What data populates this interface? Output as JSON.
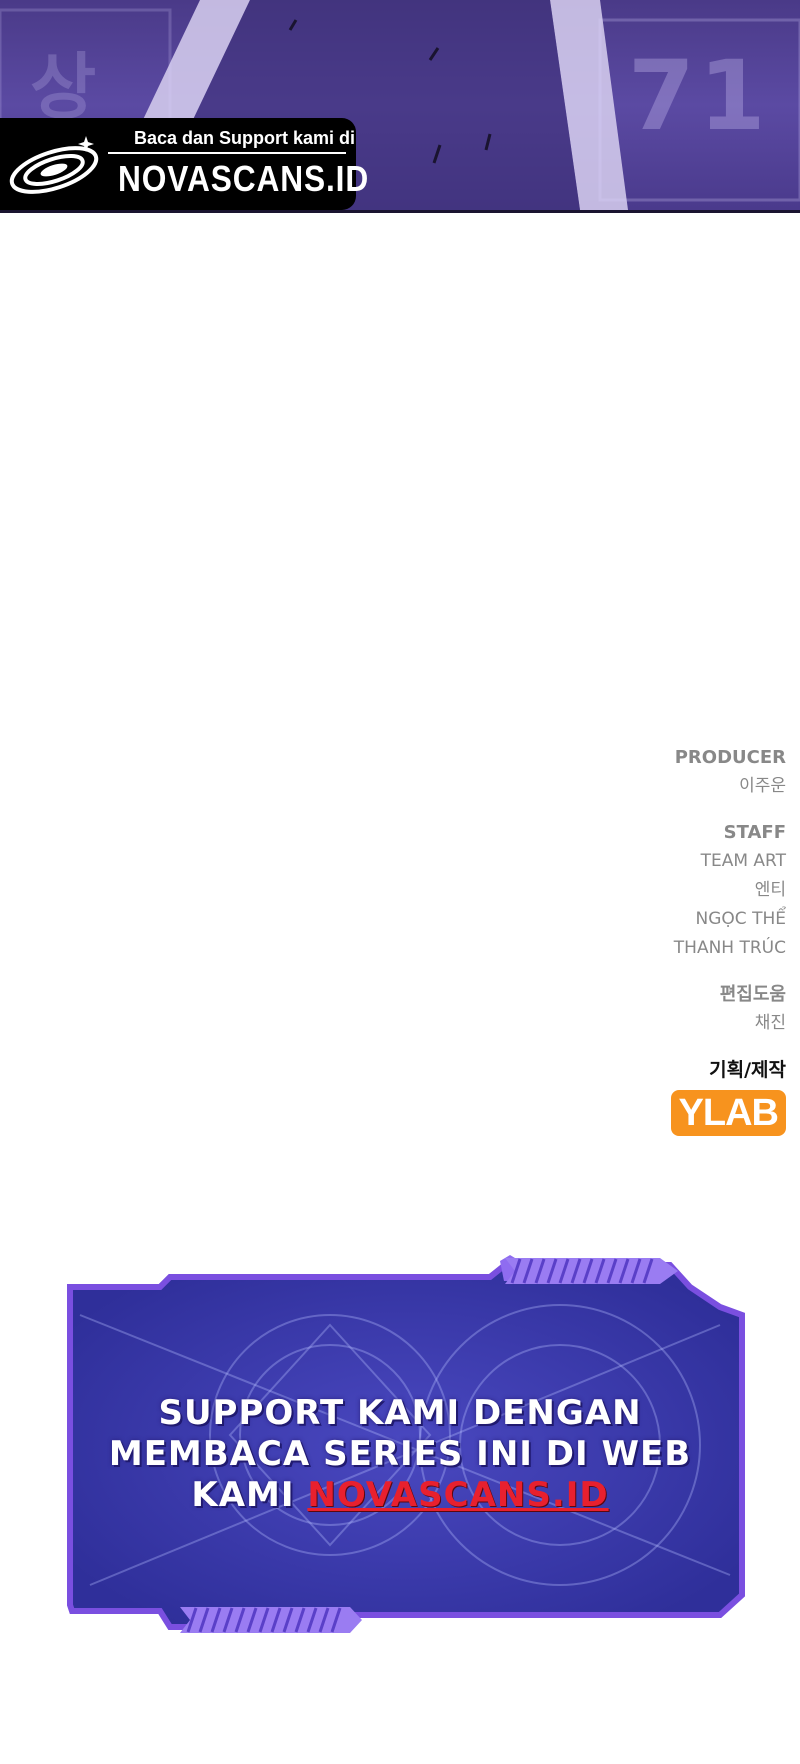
{
  "scene": {
    "bg_number": "71",
    "bg_hangul": "상"
  },
  "watermark": {
    "tagline": "Baca dan Support kami di",
    "brand": "NOVASCANS.ID"
  },
  "credits": {
    "producer_heading": "PRODUCER",
    "producer_name": "이주운",
    "staff_heading": "STAFF",
    "team_art": "TEAM ART",
    "staff_1": "엔티",
    "staff_2": "NGỌC  THỂ",
    "staff_3": "THANH  TRÚC",
    "editing_heading": "편집도움",
    "editing_name": "채진",
    "planning_heading": "기획/제작",
    "publisher_logo": "YLAB"
  },
  "banner": {
    "line1": "SUPPORT KAMI DENGAN",
    "line2": "MEMBACA SERIES INI DI WEB",
    "line3_prefix": "KAMI ",
    "line3_link": "NOVASCANS.ID"
  },
  "colors": {
    "credit_text": "#888888",
    "ylab_orange": "#f7931e",
    "banner_blue": "#3a3aa8",
    "banner_border": "#7a4fe0",
    "link_red": "#e8202e"
  }
}
